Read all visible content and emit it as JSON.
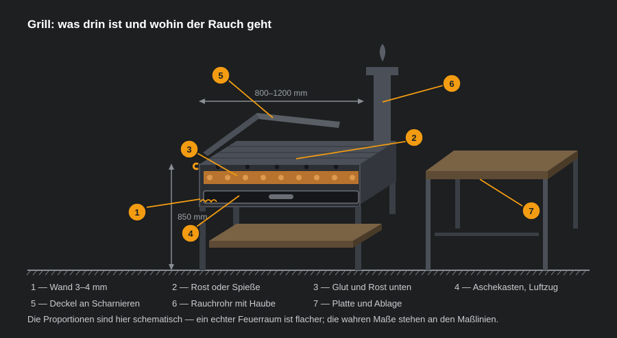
{
  "title": "Grill: was drin ist und wohin der Rauch geht",
  "dimensions": {
    "width_label": "800–1200 mm",
    "height_label": "850 mm"
  },
  "callouts": [
    "1",
    "2",
    "3",
    "4",
    "5",
    "6",
    "7"
  ],
  "legend": [
    "1 — Wand 3–4 mm",
    "2 — Rost oder Spieße",
    "3 — Glut und Rost unten",
    "4 — Aschekasten, Luftzug",
    "5 — Deckel an Scharnieren",
    "6 — Rauchrohr mit Haube",
    "7 — Platte und Ablage"
  ],
  "note": "Die Proportionen sind hier schematisch — ein echter Feuerraum ist flacher; die wahren Maße stehen an den Maßlinien.",
  "colors": {
    "accent": "#f39c12",
    "metal_dark": "#3a3e45",
    "metal_mid": "#4b5058",
    "wood": "#7a6245",
    "ember": "#b8732e"
  }
}
